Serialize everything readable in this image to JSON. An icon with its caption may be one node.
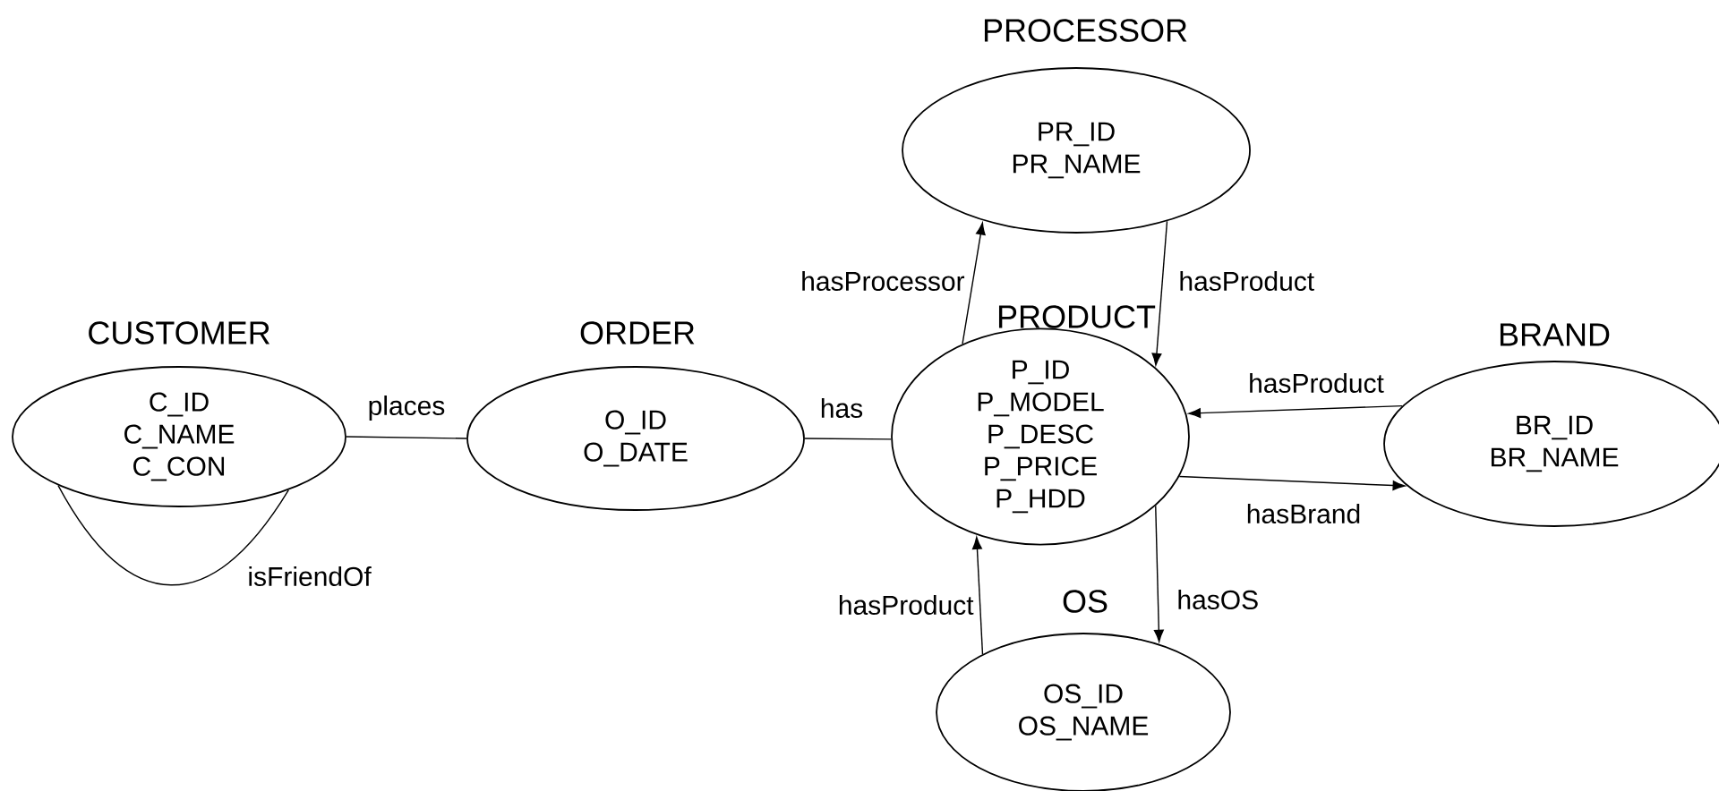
{
  "diagram": {
    "nodes": [
      {
        "text": [
          "CUSTOMER",
          "C_ID",
          "C_NAME",
          "C_CON"
        ]
      },
      {
        "text": [
          "ORDER",
          "O_ID",
          "O_DATE"
        ]
      },
      {
        "text": [
          "PRODUCT",
          "P_ID",
          "P_MODEL",
          "P_DESC",
          "P_PRICE",
          "P_HDD"
        ]
      },
      {
        "text": [
          "PROCESSOR",
          "PR_ID",
          "PR_NAME"
        ]
      },
      {
        "text": [
          "BRAND",
          "BR_ID",
          "BR_NAME"
        ]
      },
      {
        "text": [
          "OS",
          "OS_ID",
          "OS_NAME"
        ]
      }
    ],
    "edges": [
      {
        "from": 0,
        "to": 0,
        "arrow": "none",
        "label": "isFriendOf"
      },
      {
        "from": 0,
        "to": 1,
        "arrow": "none",
        "label": "places"
      },
      {
        "from": 1,
        "to": 2,
        "arrow": "none",
        "label": "has"
      },
      {
        "from": 2,
        "to": 3,
        "arrow": "to",
        "label": "hasProcessor"
      },
      {
        "from": 3,
        "to": 2,
        "arrow": "to",
        "label": "hasProduct"
      },
      {
        "from": 4,
        "to": 2,
        "arrow": "to",
        "label": "hasProduct"
      },
      {
        "from": 2,
        "to": 4,
        "arrow": "to",
        "label": "hasBrand"
      },
      {
        "from": 5,
        "to": 2,
        "arrow": "to",
        "label": "hasProduct"
      },
      {
        "from": 2,
        "to": 5,
        "arrow": "to",
        "label": "hasOS"
      }
    ]
  }
}
